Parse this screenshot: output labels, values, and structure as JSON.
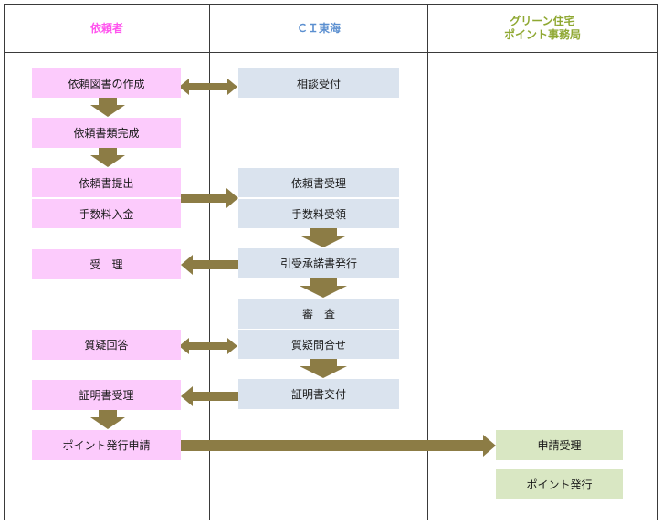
{
  "columns": [
    {
      "lines": [
        "依頼者"
      ],
      "color": "#ff55ee"
    },
    {
      "lines": [
        "ＣＩ東海"
      ],
      "color": "#5b8fd0"
    },
    {
      "lines": [
        "グリーン住宅",
        "ポイント事務局"
      ],
      "color": "#8fa832"
    }
  ],
  "requester": {
    "create": "依頼図書の作成",
    "complete": "依頼書類完成",
    "submit": "依頼書提出",
    "pay": "手数料入金",
    "receive": "受　理",
    "answer": "質疑回答",
    "cert_receive": "証明書受理",
    "apply": "ポイント発行申請"
  },
  "ci": {
    "consult": "相談受付",
    "accept": "依頼書受理",
    "fee": "手数料受領",
    "issue_letter": "引受承諾書発行",
    "review": "審　査",
    "inquiry": "質疑問合せ",
    "cert_issue": "証明書交付"
  },
  "office": {
    "receive": "申請受理",
    "issue": "ポイント発行"
  },
  "colors": {
    "requester_box": "#fccbfc",
    "ci_box": "#dae3ee",
    "office_box": "#d9e7c3",
    "arrow": "#8c7c45"
  }
}
